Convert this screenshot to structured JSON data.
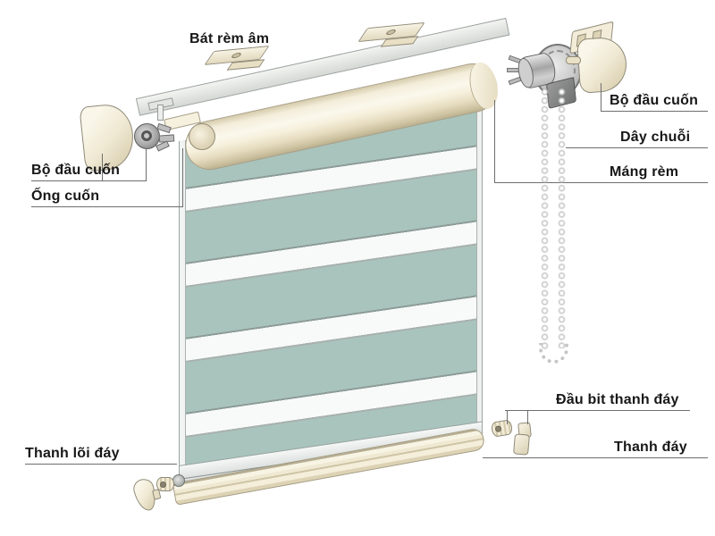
{
  "diagram": {
    "type": "exploded-parts-diagram",
    "subject": "roller-zebra-blind",
    "labels": {
      "mounting_bracket": "Bát rèm âm",
      "head_unit_left": "Bộ đầu cuốn",
      "roller_tube": "Ống cuốn",
      "head_unit_right": "Bộ đầu cuốn",
      "chain": "Dây chuỗi",
      "cassette": "Máng rèm",
      "bottom_bar_end_cap": "Đầu bit thanh đáy",
      "bottom_bar": "Thanh đáy",
      "bottom_core_bar": "Thanh lõi đáy"
    },
    "colors": {
      "background": "#ffffff",
      "fabric_teal_stripe": "#a9c4bd",
      "fabric_white_stripe": "#f8faf9",
      "frame_cream": "#f3edda",
      "metal_gray": "#a8a8a8",
      "chain_gray": "#c2c2c2",
      "pointer_line": "#6e6e6e",
      "label_text": "#171717"
    }
  }
}
